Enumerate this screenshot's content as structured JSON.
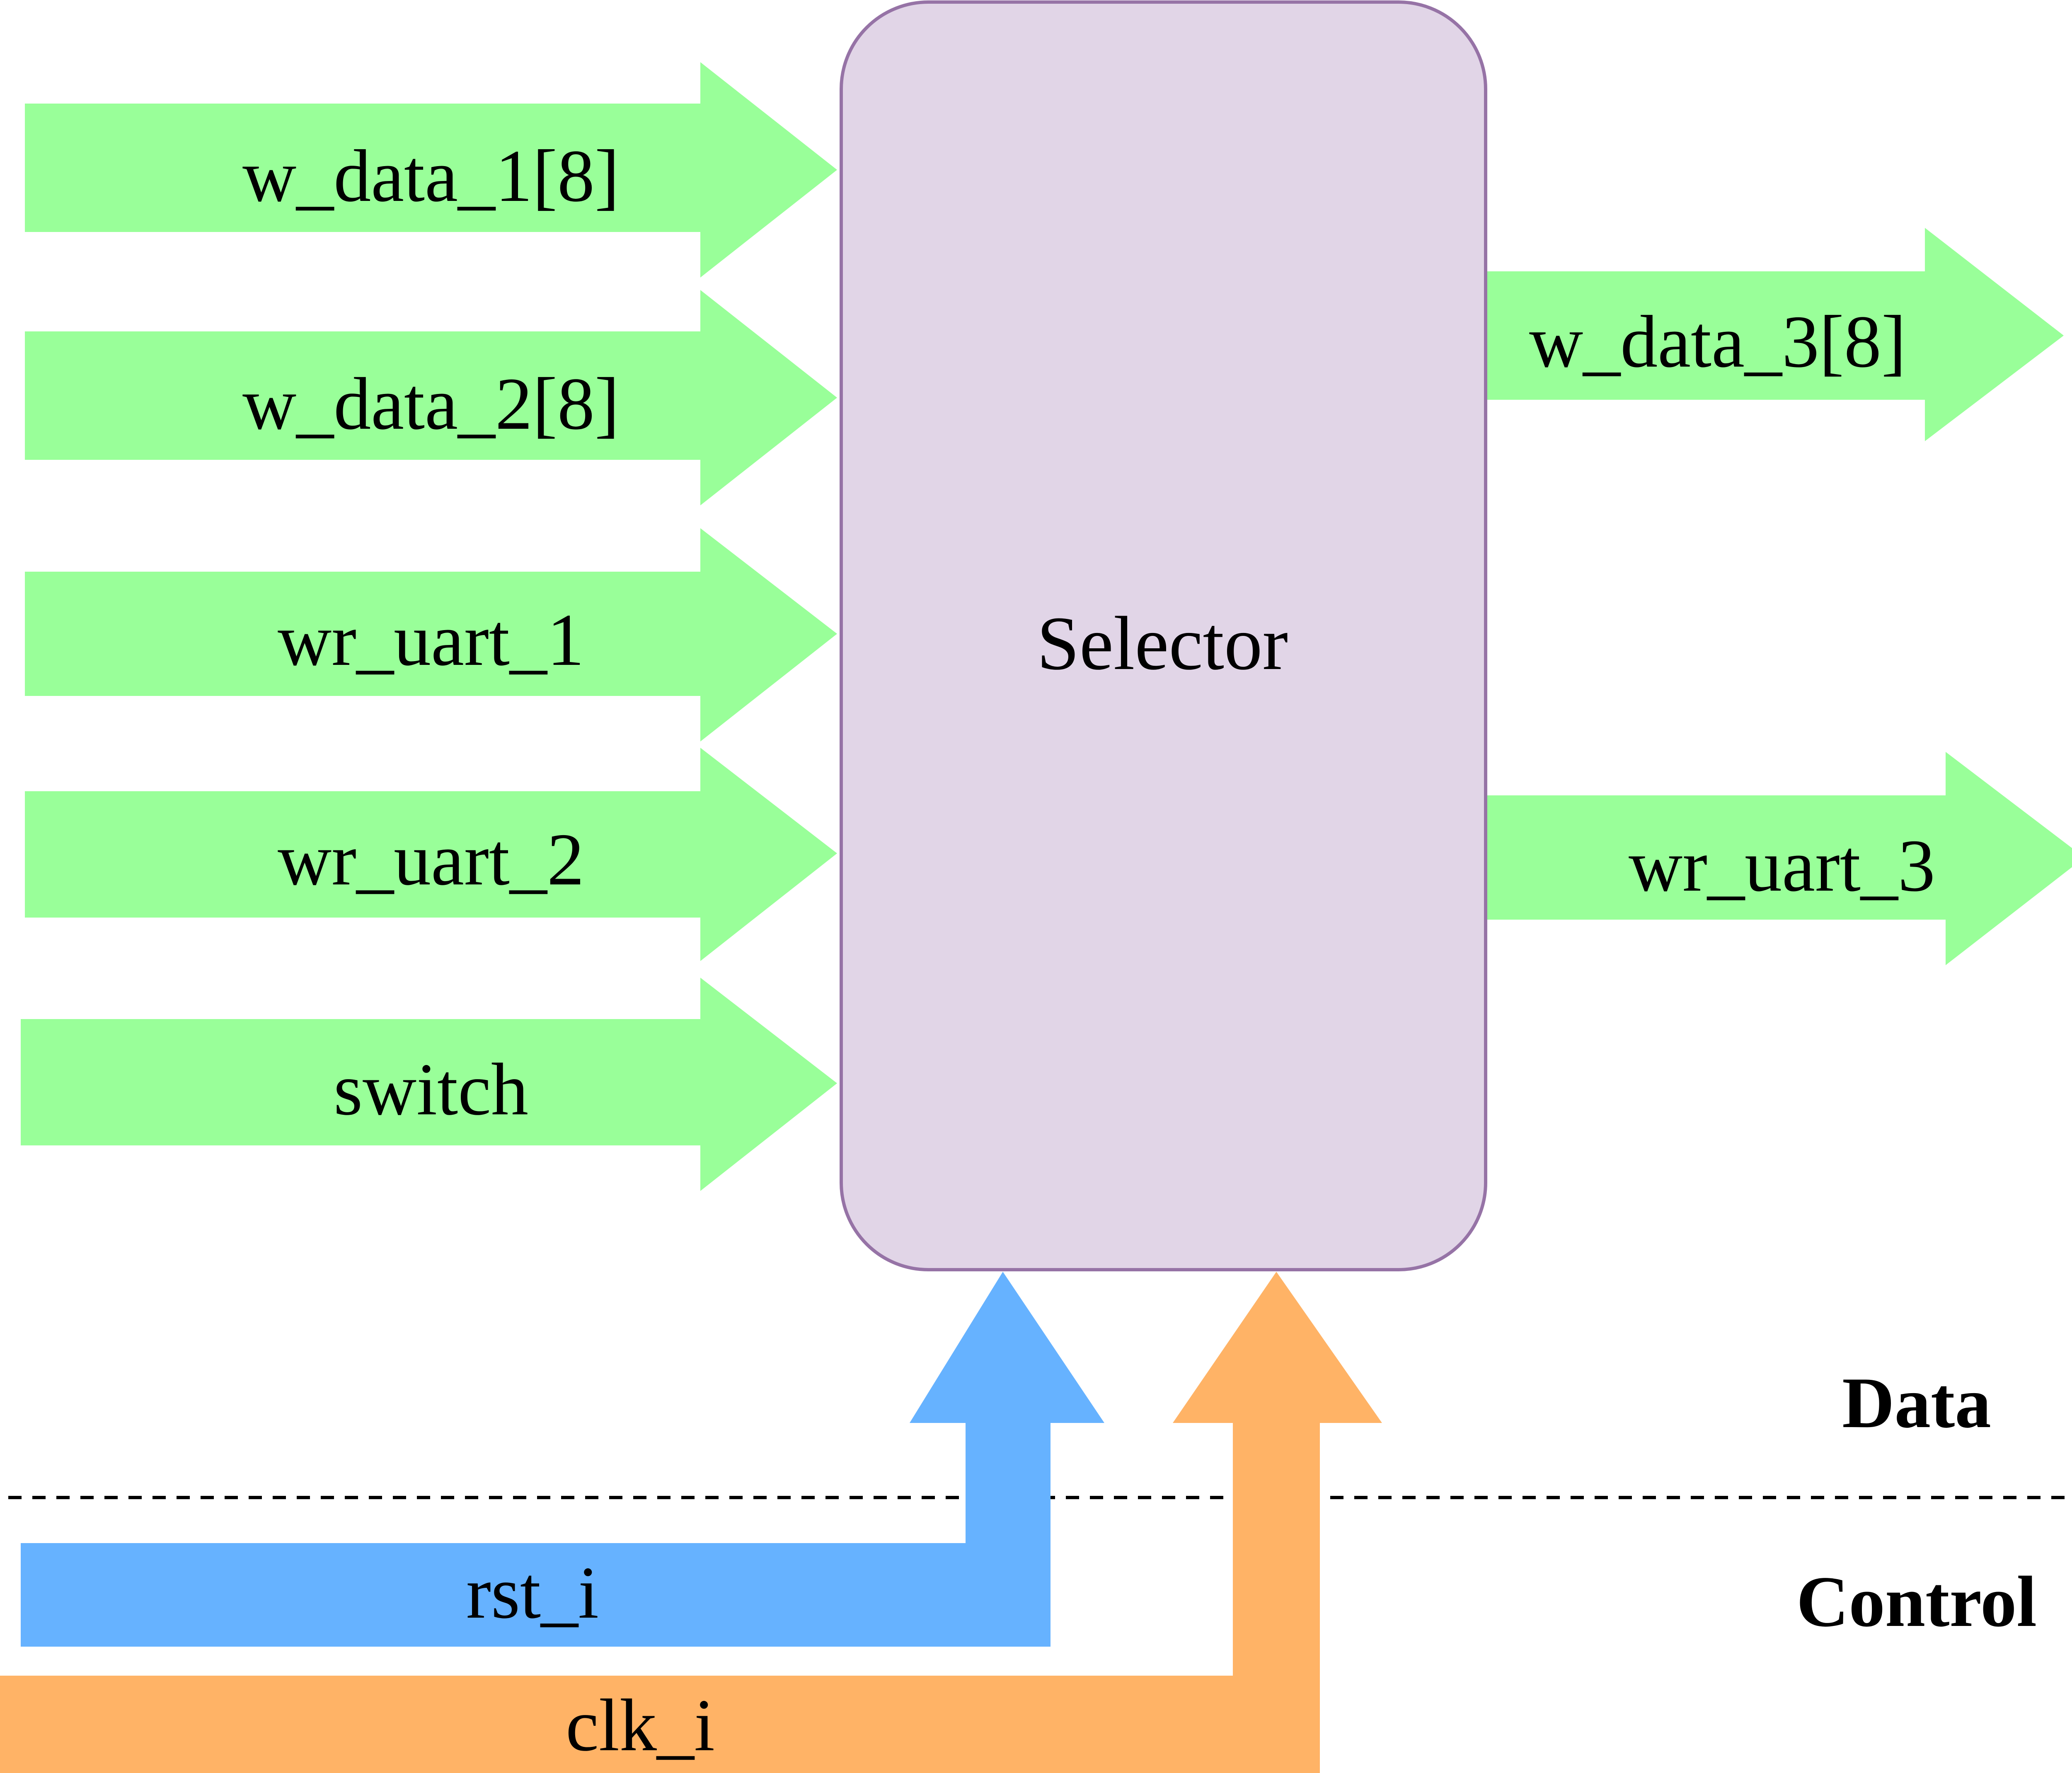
{
  "block": {
    "label": "Selector",
    "fill": "#e1d5e7",
    "stroke": "#9673a6"
  },
  "inputs": [
    {
      "id": "w_data_1",
      "label": "w_data_1[8]"
    },
    {
      "id": "w_data_2",
      "label": "w_data_2[8]"
    },
    {
      "id": "wr_uart_1",
      "label": "wr_uart_1"
    },
    {
      "id": "wr_uart_2",
      "label": "wr_uart_2"
    },
    {
      "id": "switch",
      "label": "switch"
    }
  ],
  "outputs": [
    {
      "id": "w_data_3",
      "label": "w_data_3[8]"
    },
    {
      "id": "wr_uart_3",
      "label": "wr_uart_3"
    }
  ],
  "control": {
    "rst": {
      "label": "rst_i",
      "color": "#66b2ff"
    },
    "clk": {
      "label": "clk_i",
      "color": "#ffb366"
    }
  },
  "regions": {
    "data_label": "Data",
    "control_label": "Control"
  },
  "colors": {
    "data_arrow": "#99ff99",
    "divider": "#000000"
  }
}
